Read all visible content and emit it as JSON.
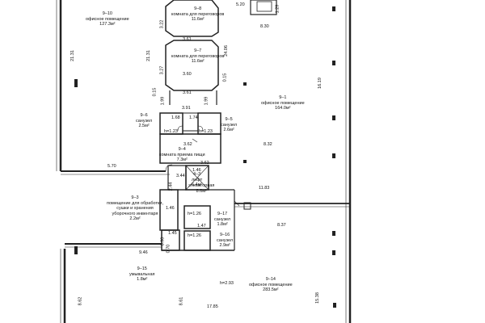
{
  "rooms": [
    {
      "id": "9-10",
      "code": "9–10",
      "name": "офисное помещение",
      "area": "127.3м²"
    },
    {
      "id": "9-8",
      "code": "9–8",
      "name": "комната для переговоров",
      "area": "11.6м²"
    },
    {
      "id": "9-7",
      "code": "9–7",
      "name": "комната для переговоров",
      "area": "11.6м²"
    },
    {
      "id": "9-1",
      "code": "9–1",
      "name": "офисное помещение",
      "area": "164.0м²"
    },
    {
      "id": "9-6",
      "code": "9–6",
      "name": "санузел",
      "area": "2.5м²"
    },
    {
      "id": "9-5",
      "code": "9–5",
      "name": "санузел",
      "area": "2.6м²"
    },
    {
      "id": "9-4",
      "code": "9–4",
      "name": "комната приема пищи",
      "area": "7.3м²"
    },
    {
      "id": "4-3",
      "code": "4–3",
      "name": "лифт",
      "area": "6.4м²"
    },
    {
      "id": "4-3b",
      "code": "4–3",
      "name": "элеваторная",
      "area": "8.6м²"
    },
    {
      "id": "9-3",
      "code": "9–3",
      "name": "помещение для обработки, сушки и хранения уборочного инвентаря",
      "area": "2.2м²"
    },
    {
      "id": "9-17",
      "code": "9–17",
      "name": "санузел",
      "area": "1.8м²"
    },
    {
      "id": "9-16",
      "code": "9–16",
      "name": "санузел",
      "area": "2.9м²"
    },
    {
      "id": "9-15",
      "code": "9–15",
      "name": "умывальная",
      "area": "1.8м²"
    },
    {
      "id": "9-14",
      "code": "9–14",
      "name": "офисное помещение",
      "area": "283.5м²"
    }
  ],
  "dims": {
    "d_5_20": "5.20",
    "d_1_29": "1.29",
    "d_3_22": "3.22",
    "d_3_61a": "3.61",
    "d_3_27": "3.27",
    "d_3_60": "3.60",
    "d_3_61b": "3.61",
    "d_21_31": "21.31",
    "d_24_06": "24.06",
    "d_0_15a": "0.15",
    "d_8_30": "8.30",
    "d_16_19": "16.19",
    "d_3_91": "3.91",
    "d_1_68": "1.68",
    "d_1_74": "1.74",
    "d_h123a": "h=1.23",
    "d_h123b": "h=1.23",
    "d_3_62a": "3.62",
    "d_3_62b": "3.62",
    "d_8_32": "8.32",
    "d_5_70": "5.70",
    "d_1_46a": "1.46",
    "d_3_44": "3.44",
    "d_2_44": "2.44",
    "d_11_83": "11.83",
    "d_1_46b": "1.46",
    "d_h126a": "h=1.26",
    "d_1_47": "1.47",
    "d_8_37": "8.37",
    "d_h126b": "h=1.26",
    "d_1_45": "1.45",
    "d_9_46": "9.46",
    "d_h293": "h=2.93",
    "d_8_62": "8.62",
    "d_8_61": "8.61",
    "d_17_85": "17.85",
    "d_15_38": "15.38",
    "d_1_99": "1.99",
    "d_0_70": "0.70",
    "d_0_90": "0.90"
  }
}
